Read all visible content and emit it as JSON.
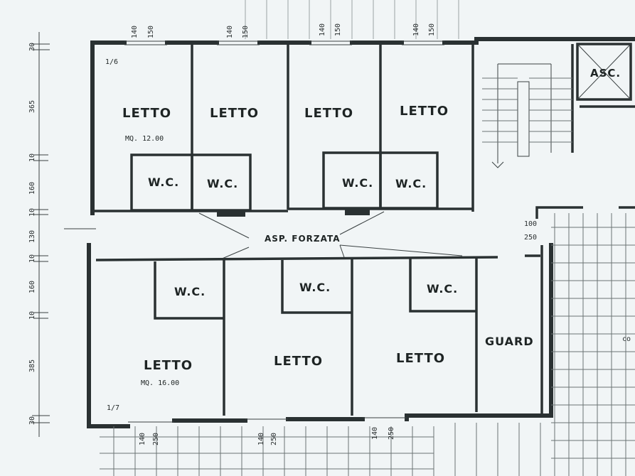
{
  "labels": {
    "unit_top_left": "1/6",
    "unit_bottom_left": "1/7",
    "letto": "LETTO",
    "wc": "W.C.",
    "area_top_left": "MQ. 12.00",
    "area_bottom_left": "MQ. 16.00",
    "corridor": "ASP. FORZATA",
    "lift": "ASC.",
    "guard": "GUARD",
    "partial_right": "co"
  },
  "dimensions": {
    "left_column": [
      "30",
      "365",
      "10",
      "160",
      "10",
      "130",
      "10",
      "160",
      "10",
      "385",
      "30"
    ],
    "top_window_a": "140",
    "top_window_b": "150",
    "bottom_window_a": "140",
    "bottom_window_b": "250",
    "door_right_a": "100",
    "door_right_b": "250"
  },
  "colors": {
    "paper": "#f1f5f6",
    "ink": "#2a3132"
  }
}
